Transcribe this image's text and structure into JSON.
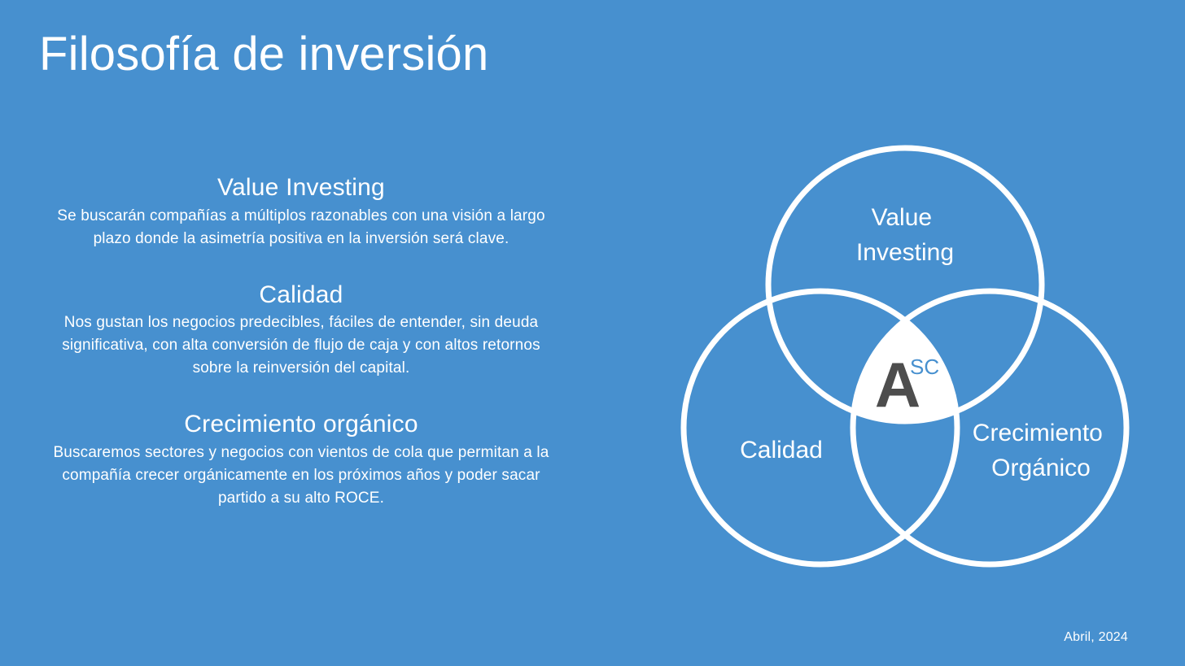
{
  "page": {
    "title": "Filosofía de inversión",
    "date": "Abril, 2024"
  },
  "sections": [
    {
      "heading": "Value Investing",
      "body": "Se buscarán compañías a múltiplos razonables con una visión a largo plazo donde la asimetría positiva en la inversión será clave."
    },
    {
      "heading": "Calidad",
      "body": "Nos gustan los negocios predecibles, fáciles de entender, sin deuda significativa, con alta conversión de flujo de caja y con altos retornos sobre la reinversión del capital."
    },
    {
      "heading": "Crecimiento orgánico",
      "body": "Buscaremos sectores y negocios con vientos de cola que permitan a la compañía crecer orgánicamente en los próximos años y poder sacar partido a su alto ROCE."
    }
  ],
  "venn": {
    "top": [
      "Value",
      "Investing"
    ],
    "left": [
      "Calidad"
    ],
    "right": [
      "Crecimiento",
      "Orgánico"
    ],
    "logo": {
      "letter": "A",
      "superscript": "SC"
    }
  },
  "colors": {
    "background": "#4790cf",
    "foreground": "#ffffff",
    "logo_letter": "#4d4d4d"
  }
}
